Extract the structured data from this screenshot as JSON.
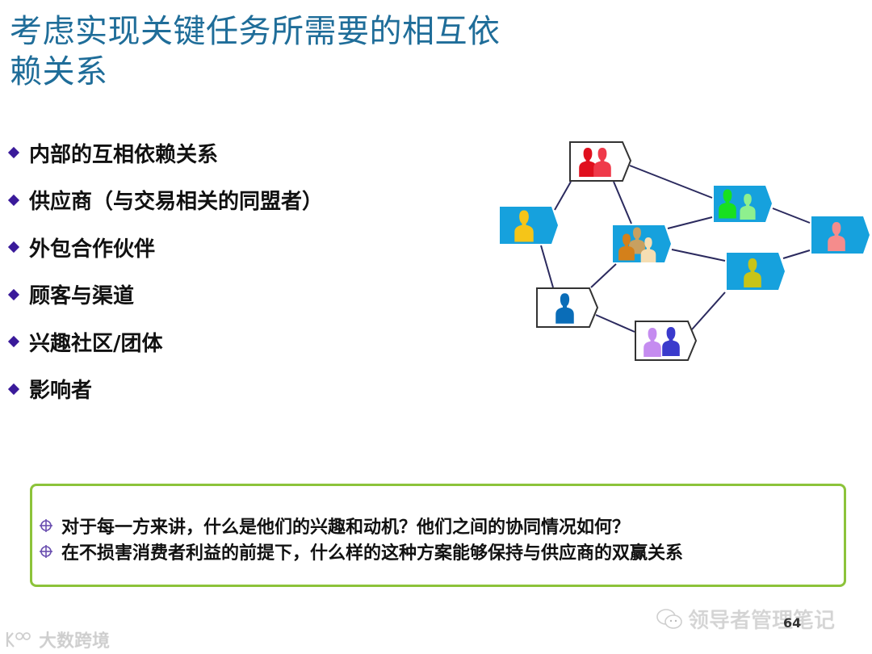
{
  "slide": {
    "title_line1": "考虑实现关键任务所需要的相互依",
    "title_line2": "赖关系",
    "bullets": [
      {
        "label": "内部的互相依赖关系"
      },
      {
        "label": "供应商（与交易相关的同盟者）"
      },
      {
        "label": "外包合作伙伴"
      },
      {
        "label": "顾客与渠道"
      },
      {
        "label": "兴趣社区/团体"
      },
      {
        "label": "影响者"
      }
    ],
    "callout": {
      "items": [
        {
          "label": "对于每一方来讲，什么是他们的兴趣和动机？他们之间的协同情况如何？"
        },
        {
          "label": "在不损害消费者利益的前提下，什么样的这种方案能够保持与供应商的双赢关系"
        }
      ],
      "border_color": "#8cc33a"
    },
    "page_number": "64"
  },
  "diagram": {
    "line_color": "#2b2a5e",
    "node_blue": "#16a1dd",
    "nodes": [
      {
        "id": "red-pair",
        "fill": "white",
        "people": [
          "#e0101e",
          "#ef3a4a"
        ]
      },
      {
        "id": "yellow",
        "fill": "blue",
        "people": [
          "#f5c518"
        ]
      },
      {
        "id": "multi",
        "fill": "blue",
        "people": [
          "#d4801a",
          "#c8a060",
          "#f5deb3"
        ]
      },
      {
        "id": "green-pair",
        "fill": "blue",
        "people": [
          "#18e020",
          "#8ef08e"
        ]
      },
      {
        "id": "pink",
        "fill": "blue",
        "people": [
          "#f58c8c"
        ]
      },
      {
        "id": "olive",
        "fill": "blue",
        "people": [
          "#c8c418"
        ]
      },
      {
        "id": "dark-blue",
        "fill": "white",
        "people": [
          "#0a6db8"
        ]
      },
      {
        "id": "purple-pair",
        "fill": "white",
        "people": [
          "#c58cf0",
          "#3a3acc"
        ]
      }
    ]
  },
  "watermarks": {
    "left": "大数跨境",
    "right": "领导者管理笔记"
  }
}
